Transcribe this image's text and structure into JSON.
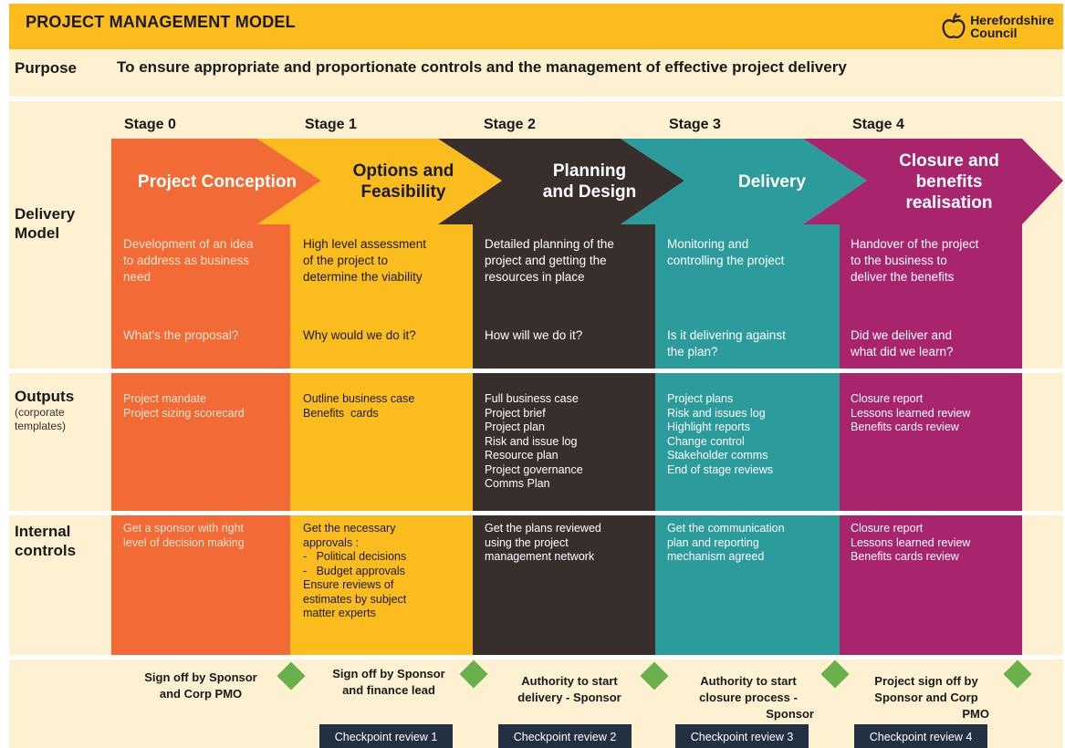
{
  "header": {
    "title": "PROJECT MANAGEMENT MODEL",
    "logo_line1": "Herefordshire",
    "logo_line2": "Council",
    "colors": {
      "band": "#fbbd1e",
      "page_tint": "#fdf1d2"
    }
  },
  "purpose": {
    "label": "Purpose",
    "text": "To ensure appropriate and proportionate controls and the management of effective project delivery"
  },
  "rows": {
    "delivery_line1": "Delivery",
    "delivery_line2": "Model",
    "outputs": "Outputs",
    "outputs_sub1": "(corporate",
    "outputs_sub2": "templates)",
    "internal_line1": "Internal",
    "internal_line2": "controls"
  },
  "stages": [
    {
      "label": "Stage 0",
      "title_lines": [
        "Project Conception"
      ],
      "color": "#f26a35",
      "description": [
        "Development of an idea",
        "to address as business",
        "need"
      ],
      "question": [
        "What's the proposal?"
      ],
      "outputs": [
        "Project mandate",
        "Project sizing scorecard"
      ],
      "controls": [
        "Get a sponsor with right",
        "level of decision making"
      ],
      "signoff": [
        "Sign off by Sponsor",
        "and Corp PMO"
      ],
      "checkpoint": ""
    },
    {
      "label": "Stage 1",
      "title_lines": [
        "Options and",
        "Feasibility"
      ],
      "color": "#fbbd1e",
      "description": [
        "High level assessment",
        "of the project to",
        "determine the viability"
      ],
      "question": [
        "Why would we do it?"
      ],
      "outputs": [
        "Outline business case",
        "Benefits  cards"
      ],
      "controls": [
        "Get the necessary",
        "approvals :",
        "-   Political decisions",
        "-   Budget approvals",
        "Ensure reviews of",
        "estimates by subject",
        "matter experts"
      ],
      "signoff": [
        "Sign off by Sponsor",
        "and finance lead"
      ],
      "checkpoint": "Checkpoint review 1"
    },
    {
      "label": "Stage 2",
      "title_lines": [
        "Planning",
        "and Design"
      ],
      "color": "#382e2c",
      "description": [
        "Detailed planning of the",
        "project and getting the",
        "resources in place"
      ],
      "question": [
        "How will we do it?"
      ],
      "outputs": [
        "Full business case",
        "Project brief",
        "Project plan",
        "Risk and issue log",
        "Resource plan",
        "Project governance",
        "Comms Plan"
      ],
      "controls": [
        "Get the plans reviewed",
        "using the project",
        "management network"
      ],
      "signoff": [
        "Authority to start",
        "delivery - Sponsor"
      ],
      "checkpoint": "Checkpoint review 2"
    },
    {
      "label": "Stage 3",
      "title_lines": [
        "Delivery"
      ],
      "color": "#2b9b9b",
      "description": [
        "Monitoring and",
        "controlling the project"
      ],
      "question": [
        "Is it delivering against",
        "the plan?"
      ],
      "outputs": [
        "Project plans",
        "Risk and issues log",
        "Highlight reports",
        "Change control",
        "Stakeholder comms",
        "End of stage reviews"
      ],
      "controls": [
        "Get the communication",
        "plan and reporting",
        "mechanism agreed"
      ],
      "signoff": [
        "Authority to start",
        "closure process -",
        "Sponsor"
      ],
      "checkpoint": "Checkpoint review 3"
    },
    {
      "label": "Stage 4",
      "title_lines": [
        "Closure and",
        "benefits",
        "realisation"
      ],
      "color": "#a8246d",
      "description": [
        "Handover of the project",
        "to the business to",
        "deliver the benefits"
      ],
      "question": [
        "Did we deliver and",
        "what did we learn?"
      ],
      "outputs": [
        "Closure report",
        "Lessons learned review",
        "Benefits cards review"
      ],
      "controls": [
        "Closure report",
        "Lessons learned review",
        "Benefits cards review"
      ],
      "signoff": [
        "Project sign off by",
        "Sponsor and Corp",
        "PMO"
      ],
      "checkpoint": "Checkpoint review 4"
    }
  ]
}
